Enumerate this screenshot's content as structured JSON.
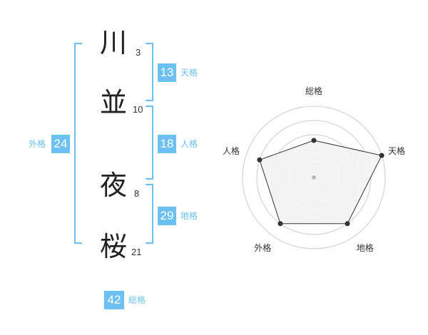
{
  "name": {
    "chars": [
      {
        "char": "川",
        "strokes": "3"
      },
      {
        "char": "並",
        "strokes": "10"
      },
      {
        "char": "夜",
        "strokes": "8"
      },
      {
        "char": "桜",
        "strokes": "21"
      }
    ]
  },
  "kakusu": {
    "tenkaku": {
      "value": "13",
      "label": "天格"
    },
    "jinkaku": {
      "value": "18",
      "label": "人格"
    },
    "chikaku": {
      "value": "29",
      "label": "地格"
    },
    "gaikaku": {
      "value": "24",
      "label": "外格"
    },
    "soukaku": {
      "value": "42",
      "label": "総格"
    }
  },
  "chart_data": {
    "type": "radar",
    "axes": [
      "総格",
      "天格",
      "地格",
      "外格",
      "人格"
    ],
    "values": [
      2.6,
      5,
      4,
      4,
      4
    ],
    "max": 5,
    "rings": 5,
    "colors": {
      "fill": "#f2f2f2",
      "stroke": "#333333",
      "grid": "#cccccc",
      "center": "#bbbbbb",
      "accent": "#6cc0f2"
    }
  }
}
